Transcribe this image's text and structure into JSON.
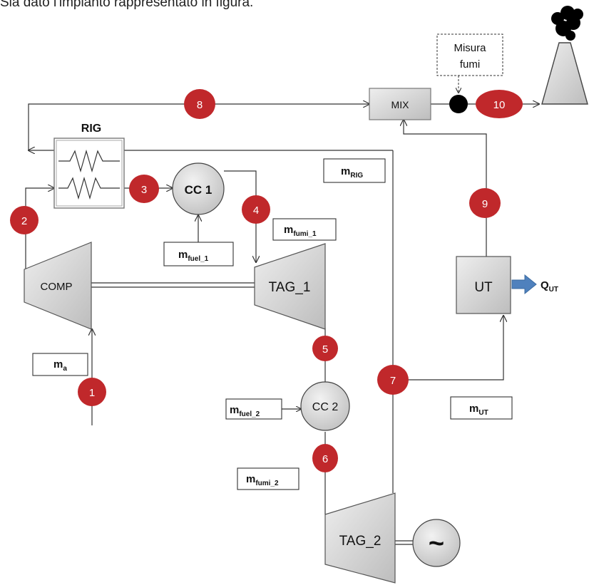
{
  "intro_text": "Sia dato l'impianto rappresentato in figura.",
  "components": {
    "rig": "RIG",
    "cc1": "CC 1",
    "cc2": "CC 2",
    "comp": "COMP",
    "tag1": "TAG_1",
    "tag2": "TAG_2",
    "mix": "MIX",
    "ut": "UT",
    "generator_symbol": "~",
    "misura_line1": "Misura",
    "misura_line2": "fumi"
  },
  "nodes": [
    "1",
    "2",
    "3",
    "4",
    "5",
    "6",
    "7",
    "8",
    "9",
    "10"
  ],
  "labels": {
    "m_rig": {
      "base": "m",
      "sub": "RIG"
    },
    "m_fumi_1": {
      "base": "m",
      "sub": "fumi_1"
    },
    "m_fuel_1": {
      "base": "m",
      "sub": "fuel_1"
    },
    "m_a": {
      "base": "m",
      "sub": "a"
    },
    "m_fuel_2": {
      "base": "m",
      "sub": "fuel_2"
    },
    "m_fumi_2": {
      "base": "m",
      "sub": "fumi_2"
    },
    "m_ut": {
      "base": "m",
      "sub": "UT"
    },
    "q_ut": {
      "base": "Q",
      "sub": "UT"
    }
  },
  "colors": {
    "node_fill": "#c0282b",
    "node_text": "#ffffff",
    "line": "#333333",
    "component_gray": "#d4d4d4",
    "heat_arrow": "#4f81bd"
  }
}
